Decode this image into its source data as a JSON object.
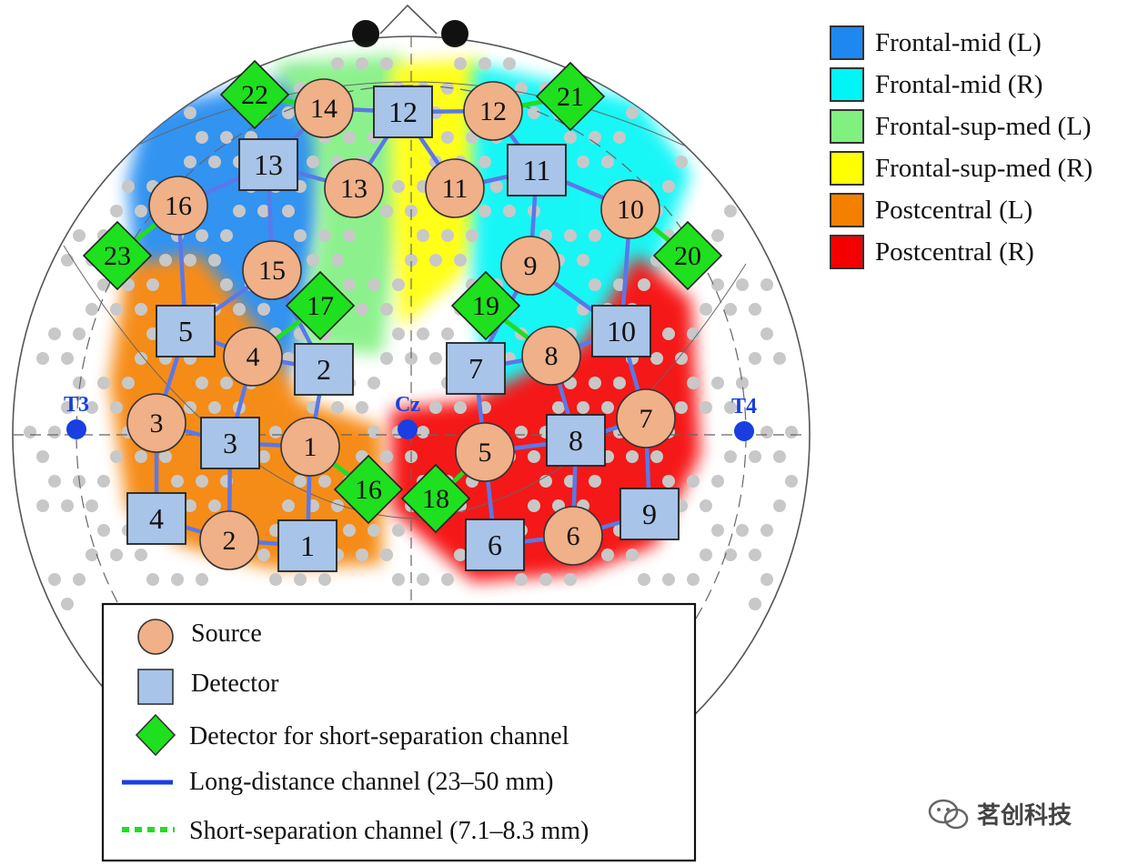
{
  "landmarks": {
    "t3": "T3",
    "cz": "Cz",
    "t4": "T4"
  },
  "sources": [
    {
      "label": "1"
    },
    {
      "label": "2"
    },
    {
      "label": "3"
    },
    {
      "label": "4"
    },
    {
      "label": "5"
    },
    {
      "label": "6"
    },
    {
      "label": "7"
    },
    {
      "label": "8"
    },
    {
      "label": "9"
    },
    {
      "label": "10"
    },
    {
      "label": "11"
    },
    {
      "label": "12"
    },
    {
      "label": "13"
    },
    {
      "label": "14"
    },
    {
      "label": "15"
    },
    {
      "label": "16"
    }
  ],
  "detectors": [
    {
      "label": "1"
    },
    {
      "label": "2"
    },
    {
      "label": "3"
    },
    {
      "label": "4"
    },
    {
      "label": "5"
    },
    {
      "label": "6"
    },
    {
      "label": "7"
    },
    {
      "label": "8"
    },
    {
      "label": "9"
    },
    {
      "label": "10"
    },
    {
      "label": "11"
    },
    {
      "label": "12"
    },
    {
      "label": "13"
    }
  ],
  "short_detectors": [
    {
      "label": "16"
    },
    {
      "label": "17"
    },
    {
      "label": "18"
    },
    {
      "label": "19"
    },
    {
      "label": "20"
    },
    {
      "label": "21"
    },
    {
      "label": "22"
    },
    {
      "label": "23"
    }
  ],
  "region_legend": [
    {
      "label": "Frontal-mid (L)",
      "color": "#1e88f0"
    },
    {
      "label": "Frontal-mid (R)",
      "color": "#00f5f5"
    },
    {
      "label": "Frontal-sup-med (L)",
      "color": "#80f080"
    },
    {
      "label": "Frontal-sup-med (R)",
      "color": "#ffff00"
    },
    {
      "label": "Postcentral (L)",
      "color": "#f58000"
    },
    {
      "label": "Postcentral (R)",
      "color": "#f50000"
    }
  ],
  "symbol_legend": {
    "source": "Source",
    "detector": "Detector",
    "short_detector": "Detector for short-separation channel",
    "long_channel": "Long-distance channel (23–50 mm)",
    "short_channel": "Short-separation channel (7.1–8.3 mm)"
  },
  "colors": {
    "source_fill": "#f0b088",
    "detector_fill": "#a8c4e8",
    "short_detector_fill": "#1ee01e",
    "long_channel": "#5a78e8",
    "short_channel": "#22dd22",
    "landmark": "#1a3ee0",
    "grid_dot": "#c8c8c8"
  },
  "watermark": "茗创科技"
}
